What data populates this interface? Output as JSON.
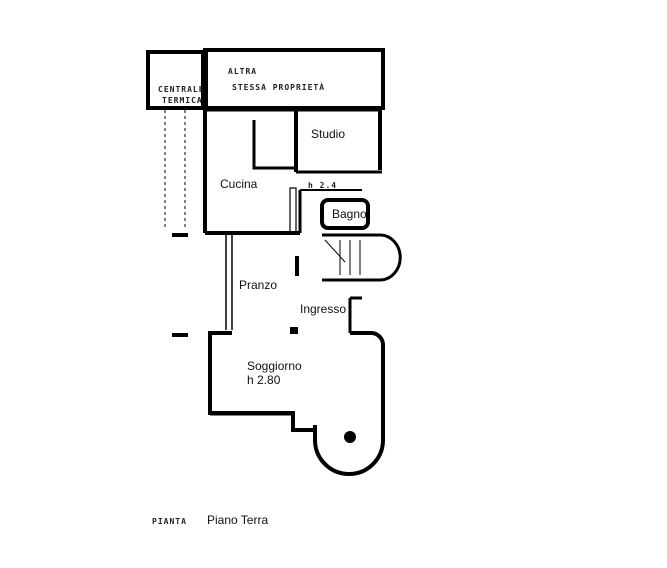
{
  "rooms": {
    "studio": "Studio",
    "cucina": "Cucina",
    "bagno": "Bagno",
    "pranzo": "Pranzo",
    "ingresso": "Ingresso",
    "soggiorno": "Soggiorno",
    "soggiorno_height": "h 2.80"
  },
  "handwritten": {
    "neighbor_line1": "ALTRA",
    "neighbor_line2": "STESSA PROPRIETÀ",
    "utility_line1": "CENTRALE",
    "utility_line2": "TERMICA",
    "hall_label": "h 2.4"
  },
  "caption": {
    "handwritten": "PIANTA",
    "printed": "Piano Terra"
  }
}
